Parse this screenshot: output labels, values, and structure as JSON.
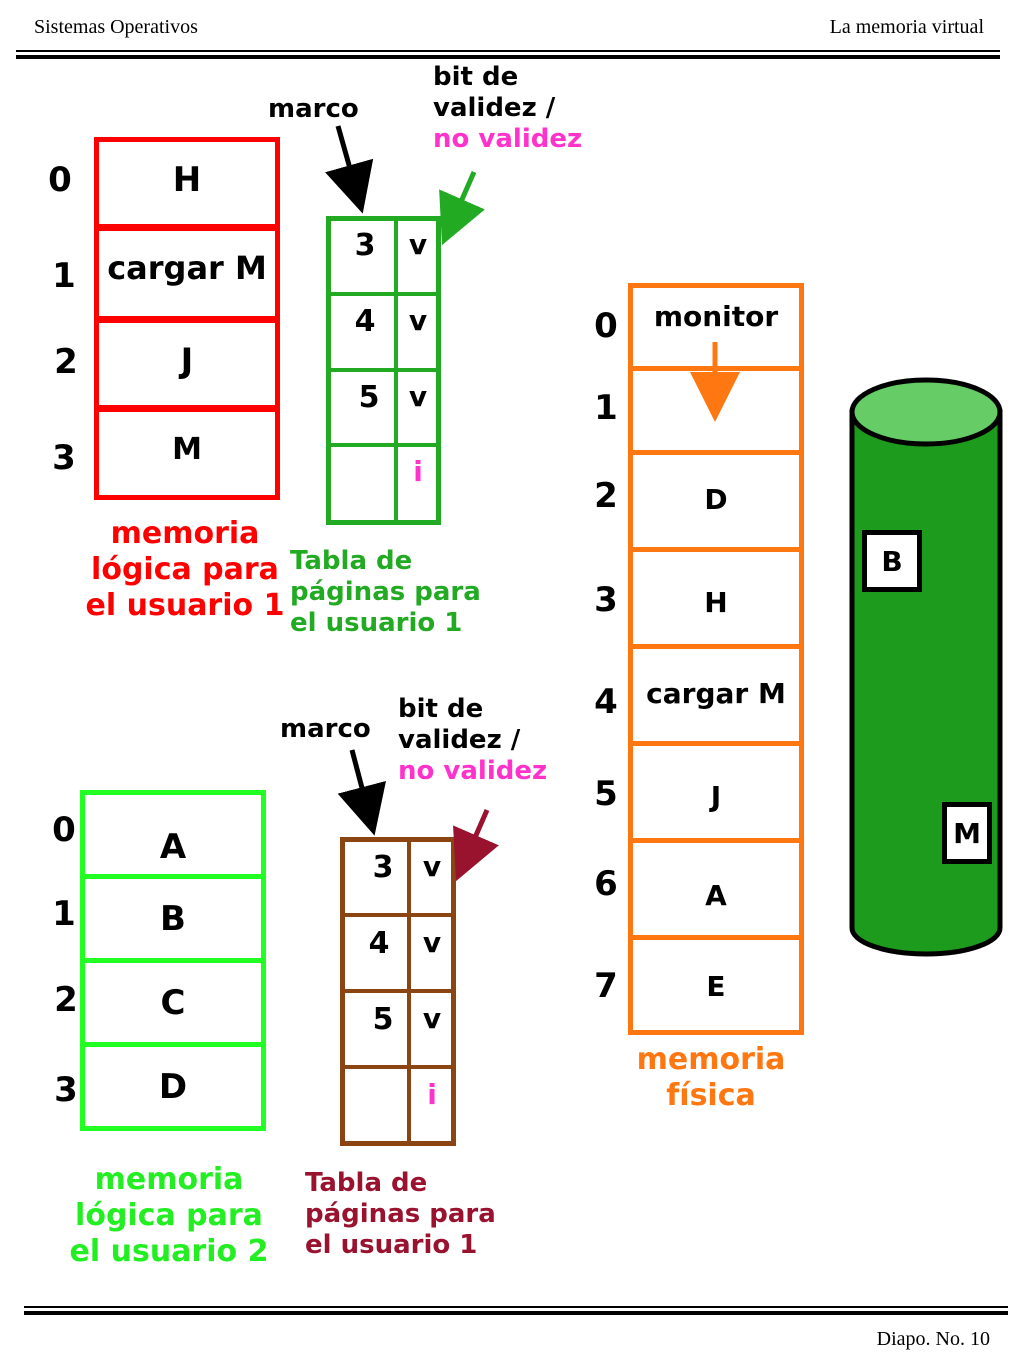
{
  "header": {
    "left": "Sistemas Operativos",
    "right": "La memoria virtual"
  },
  "footer": {
    "slide": "Diapo. No. 10"
  },
  "colors": {
    "red": "#ff0000",
    "green": "#22aa22",
    "lime": "#22ff22",
    "brown": "#8b4513",
    "orange": "#ff7711",
    "magenta": "#ff33cc",
    "maroon": "#99122e",
    "disk": "#1d9b1d",
    "disk_top": "#66cc66"
  },
  "logical1": {
    "indices": [
      "0",
      "1",
      "2",
      "3"
    ],
    "cells": [
      "H",
      "cargar M",
      "J",
      "M"
    ],
    "caption": [
      "memoria",
      "lógica para",
      "el usuario 1"
    ]
  },
  "table1": {
    "marco_label": "marco",
    "bit_label": [
      "bit de",
      "validez /"
    ],
    "bit_label_colored": "no validez",
    "rows": [
      {
        "frame": "3",
        "bit": "v"
      },
      {
        "frame": "4",
        "bit": "v"
      },
      {
        "frame": "5",
        "bit": "v"
      },
      {
        "frame": "",
        "bit": "i"
      }
    ],
    "caption": [
      "Tabla de",
      "páginas para",
      "el usuario 1"
    ]
  },
  "physical": {
    "indices": [
      "0",
      "1",
      "2",
      "3",
      "4",
      "5",
      "6",
      "7"
    ],
    "cells": [
      "monitor",
      "",
      "D",
      "H",
      "cargar M",
      "J",
      "A",
      "E"
    ],
    "caption": [
      "memoria",
      "física"
    ]
  },
  "disk": {
    "items": [
      "B",
      "M"
    ]
  },
  "logical2": {
    "indices": [
      "0",
      "1",
      "2",
      "3"
    ],
    "cells": [
      "A",
      "B",
      "C",
      "D"
    ],
    "caption": [
      "memoria",
      "lógica para",
      "el usuario 2"
    ]
  },
  "table2": {
    "marco_label": "marco",
    "bit_label": [
      "bit de",
      "validez /"
    ],
    "bit_label_colored": "no validez",
    "rows": [
      {
        "frame": "3",
        "bit": "v"
      },
      {
        "frame": "4",
        "bit": "v"
      },
      {
        "frame": "5",
        "bit": "v"
      },
      {
        "frame": "",
        "bit": "i"
      }
    ],
    "caption": [
      "Tabla de",
      "páginas para",
      "el usuario 1"
    ]
  }
}
